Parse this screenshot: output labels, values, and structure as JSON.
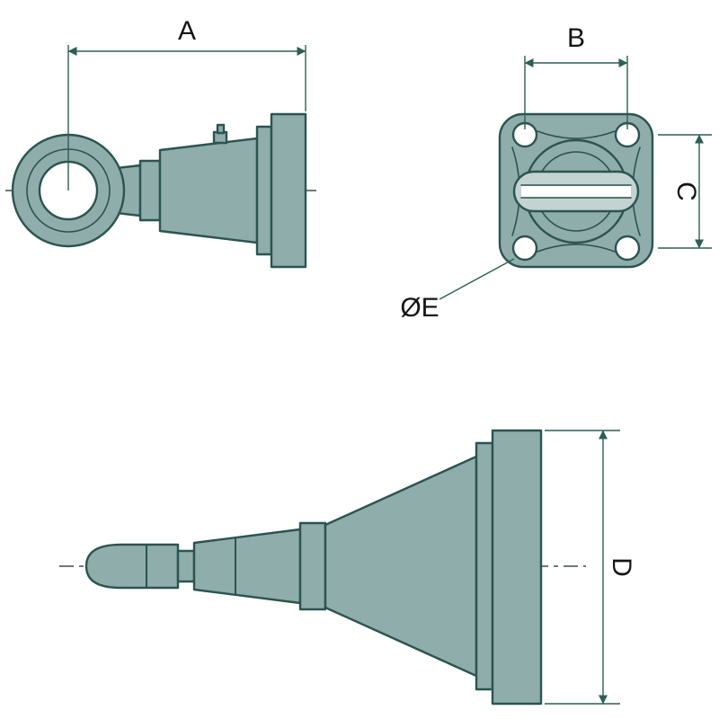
{
  "labels": {
    "dim_a": "A",
    "dim_b": "B",
    "dim_c": "C",
    "dim_d": "D",
    "dia_e": "ØE"
  },
  "colors": {
    "body_fill": "#8fadaa",
    "body_fill_light": "#c3d3d1",
    "outline": "#2b5450",
    "dimension_line": "#2d5f53",
    "centerline": "#3f4a48",
    "hole_fill": "#ffffff",
    "background": "#ffffff",
    "label_text": "#141414"
  }
}
